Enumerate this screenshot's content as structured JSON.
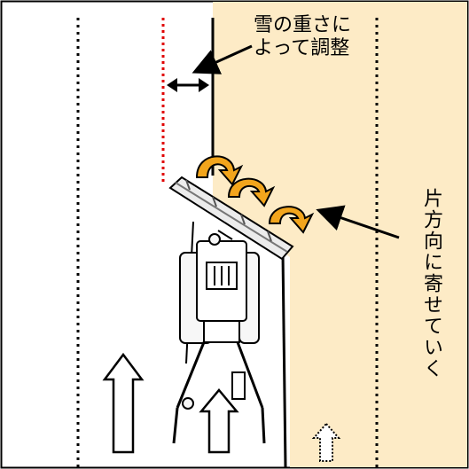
{
  "annotations": {
    "top_line1": "雪の重さに",
    "top_line2": "よって調整",
    "right_vertical": "片方向に寄せていく"
  },
  "colors": {
    "cleared_area": "#fdebc6",
    "adjust_line": "#e00000",
    "curl_arrow": "#f2a51c",
    "outline": "#000000"
  },
  "icons": [
    "double-arrow-icon",
    "curl-arrow-icon",
    "up-arrow-icon",
    "dotted-up-arrow-icon",
    "pointer-arrow-icon"
  ]
}
